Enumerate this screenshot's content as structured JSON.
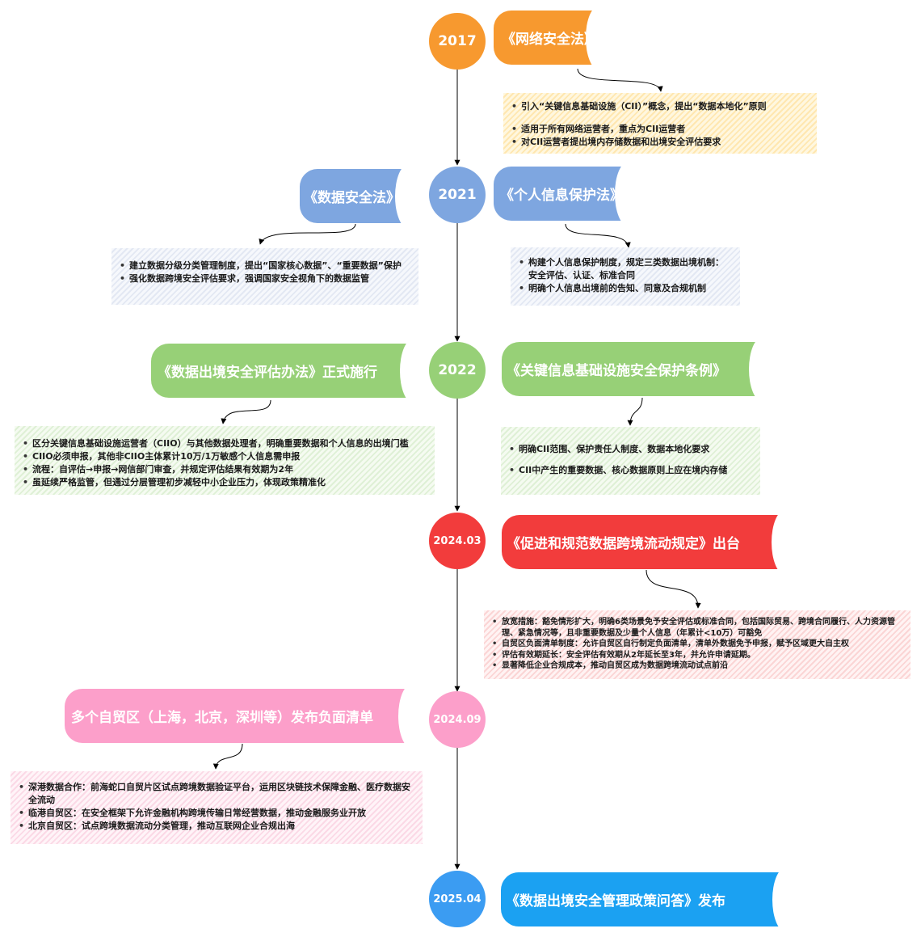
{
  "colors": {
    "orange": "#f7992f",
    "blue": "#7ea6e0",
    "green": "#97d077",
    "red": "#f23c3c",
    "pink": "#fc9fca",
    "cyan": "#1ba1f2",
    "cyan_circle": "#3b9cf2"
  },
  "nodes": {
    "y2017": {
      "year": "2017",
      "right_title": "《网络安全法》",
      "notes": [
        "引入“关键信息基础设施（CII）”概念，提出“数据本地化”原则",
        "适用于所有网络运营者，重点为CII运营者",
        "对CII运营者提出境内存储数据和出境安全评估要求"
      ]
    },
    "y2021": {
      "year": "2021",
      "left_title": "《数据安全法》",
      "right_title": "《个人信息保护法》",
      "left_notes": [
        "建立数据分级分类管理制度，提出“国家核心数据”、“重要数据”保护",
        "强化数据跨境安全评估要求，强调国家安全视角下的数据监管"
      ],
      "right_notes": [
        "构建个人信息保护制度，规定三类数据出境机制：安全评估、认证、标准合同",
        "明确个人信息出境前的告知、同意及合规机制"
      ]
    },
    "y2022": {
      "year": "2022",
      "left_title": "《数据出境安全评估办法》正式施行",
      "right_title": "《关键信息基础设施安全保护条例》",
      "left_notes": [
        "区分关键信息基础设施运营者（CIIO）与其他数据处理者，明确重要数据和个人信息的出境门槛",
        "CIIO必须申报，其他非CIIO主体累计10万/1万敏感个人信息需申报",
        "流程：自评估→申报→网信部门审查，并规定评估结果有效期为2年",
        "虽延续严格监管，但通过分层管理初步减轻中小企业压力，体现政策精准化"
      ],
      "right_notes": [
        "明确CII范围、保护责任人制度、数据本地化要求",
        "CII中产生的重要数据、核心数据原则上应在境内存储"
      ]
    },
    "y202403": {
      "year": "2024.03",
      "right_title": "《促进和规范数据跨境流动规定》出台",
      "notes": [
        "放宽措施：豁免情形扩大，明确6类场景免予安全评估或标准合同，包括国际贸易、跨境合同履行、人力资源管理、紧急情况等，且非重要数据及少量个人信息（年累计<10万）可豁免",
        "自贸区负面清单制度：允许自贸区自行制定负面清单，清单外数据免予申报，赋予区域更大自主权",
        "评估有效期延长：安全评估有效期从2年延长至3年，并允许申请延期。",
        "显著降低企业合规成本，推动自贸区成为数据跨境流动试点前沿"
      ]
    },
    "y202409": {
      "year": "2024.09",
      "left_title": "多个自贸区（上海，北京，深圳等）发布负面清单",
      "notes": [
        "深港数据合作：前海蛇口自贸片区试点跨境数据验证平台，运用区块链技术保障金融、医疗数据安全流动",
        "临港自贸区：在安全框架下允许金融机构跨境传输日常经营数据，推动金融服务业开放",
        "北京自贸区：试点跨境数据流动分类管理，推动互联网企业合规出海"
      ]
    },
    "y202504": {
      "year": "2025.04",
      "right_title": "《数据出境安全管理政策问答》发布"
    }
  }
}
